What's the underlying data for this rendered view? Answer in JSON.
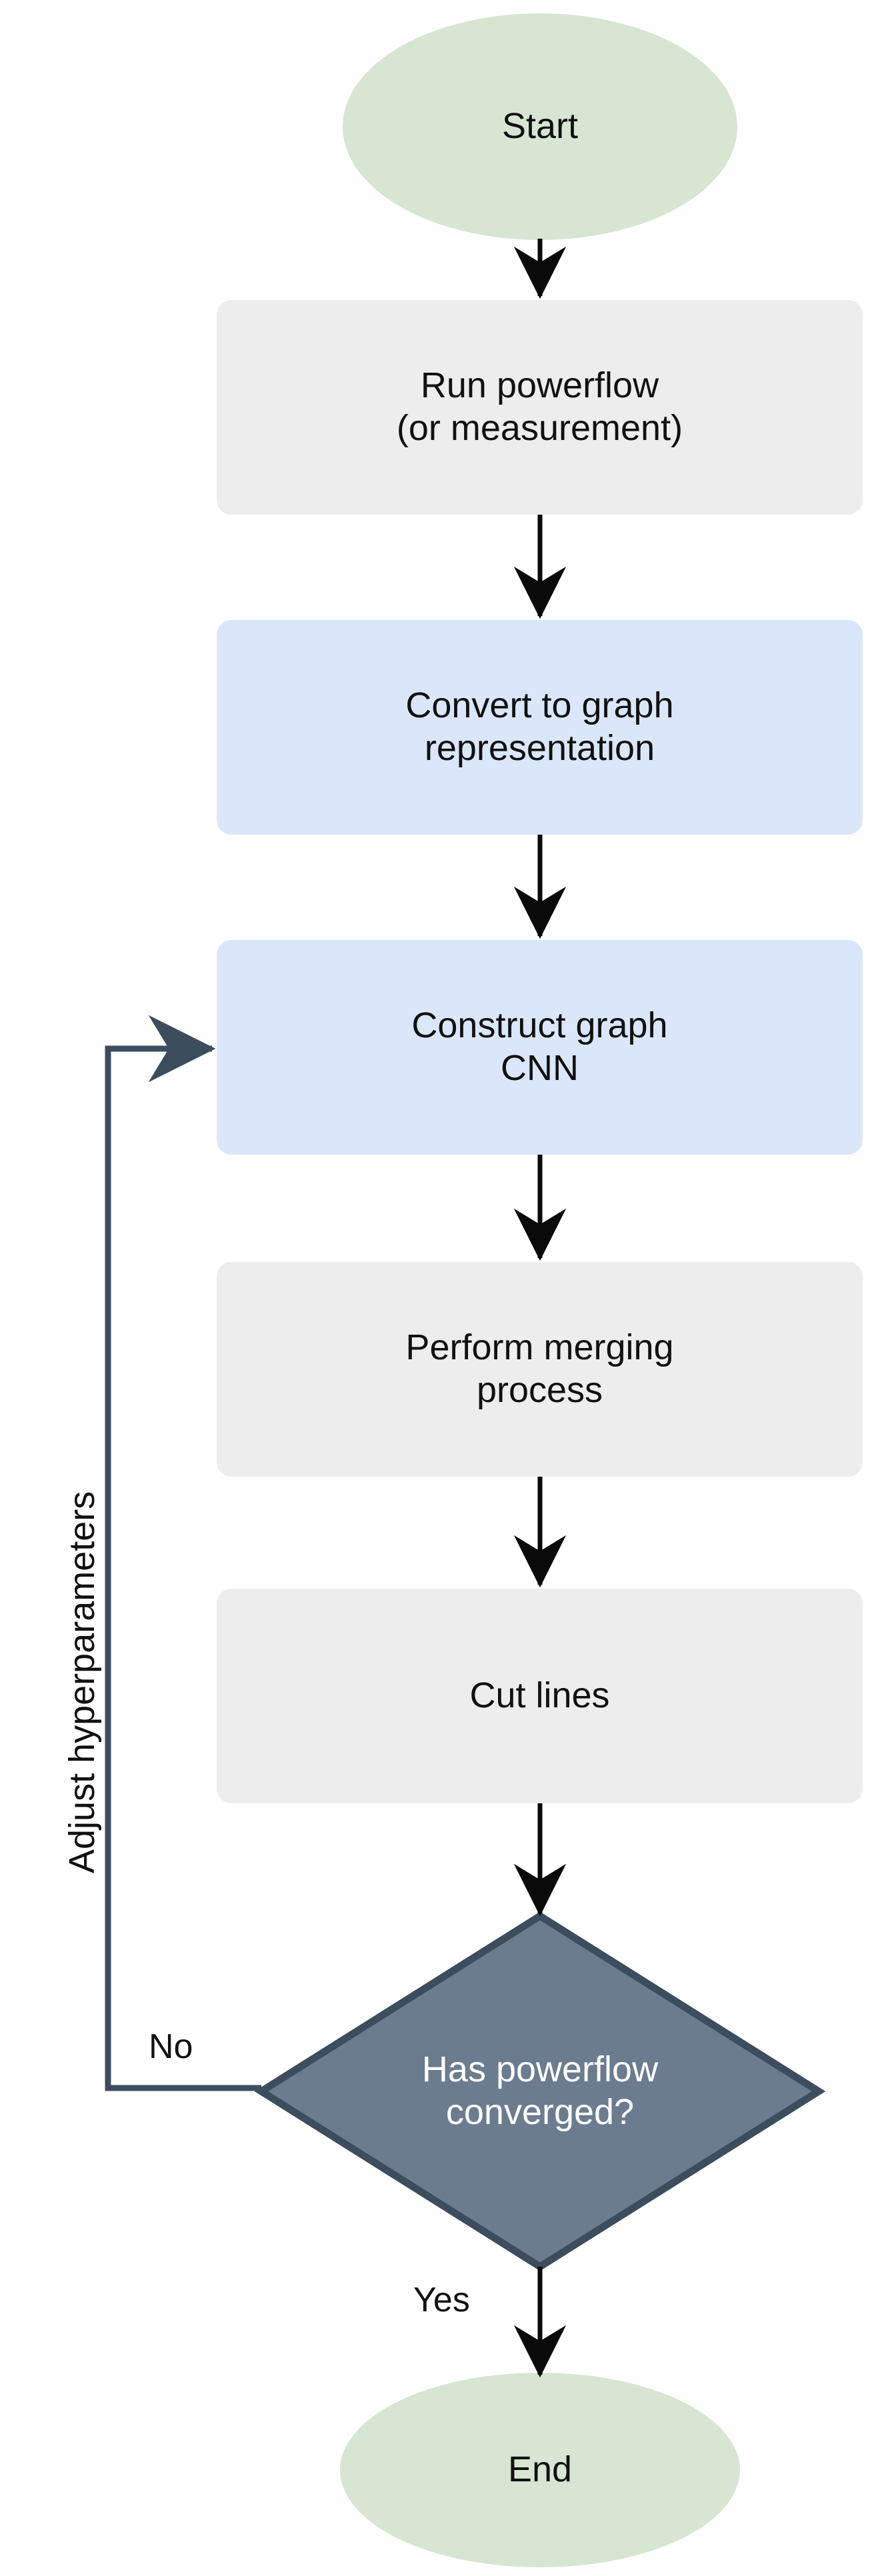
{
  "diagram": {
    "title": "Graph CNN powerflow processing flowchart",
    "type": "flowchart",
    "background_color": "#ffffff",
    "palette": {
      "terminator_fill": "#d6e6d3",
      "process_fill": "#ededed",
      "highlight_fill": "#dae6fa",
      "decision_fill": "#6b7c8f",
      "decision_stroke": "#3c4d5e",
      "decision_text": "#ffffff",
      "arrow_black": "#0a0a0a",
      "feedback_stroke": "#3c4d5e",
      "text_color": "#111111"
    }
  },
  "nodes": [
    {
      "id": "start",
      "shape": "ellipse",
      "label": "Start",
      "fill": "#d6e6d3"
    },
    {
      "id": "run-powerflow",
      "shape": "rounded-rect",
      "label": "Run powerflow\n(or measurement)",
      "fill": "#ededed"
    },
    {
      "id": "convert-graph",
      "shape": "rounded-rect",
      "label": "Convert to graph\nrepresentation",
      "fill": "#dae6fa"
    },
    {
      "id": "construct-cnn",
      "shape": "rounded-rect",
      "label": "Construct graph\nCNN",
      "fill": "#dae6fa"
    },
    {
      "id": "merging",
      "shape": "rounded-rect",
      "label": "Perform merging\nprocess",
      "fill": "#ededed"
    },
    {
      "id": "cut-lines",
      "shape": "rounded-rect",
      "label": "Cut lines",
      "fill": "#ededed"
    },
    {
      "id": "converged",
      "shape": "diamond",
      "label": "Has powerflow\nconverged?",
      "fill": "#6b7c8f"
    },
    {
      "id": "end",
      "shape": "ellipse",
      "label": "End",
      "fill": "#d6e6d3"
    }
  ],
  "edges": [
    {
      "from": "start",
      "to": "run-powerflow",
      "label": ""
    },
    {
      "from": "run-powerflow",
      "to": "convert-graph",
      "label": ""
    },
    {
      "from": "convert-graph",
      "to": "construct-cnn",
      "label": ""
    },
    {
      "from": "construct-cnn",
      "to": "merging",
      "label": ""
    },
    {
      "from": "merging",
      "to": "cut-lines",
      "label": ""
    },
    {
      "from": "cut-lines",
      "to": "converged",
      "label": ""
    },
    {
      "from": "converged",
      "to": "end",
      "label": "Yes"
    },
    {
      "from": "converged",
      "to": "construct-cnn",
      "label": "No",
      "annotation": "Adjust hyperparameters"
    }
  ],
  "edge_labels": {
    "no": "No",
    "yes": "Yes",
    "feedback_annotation": "Adjust hyperparameters"
  }
}
